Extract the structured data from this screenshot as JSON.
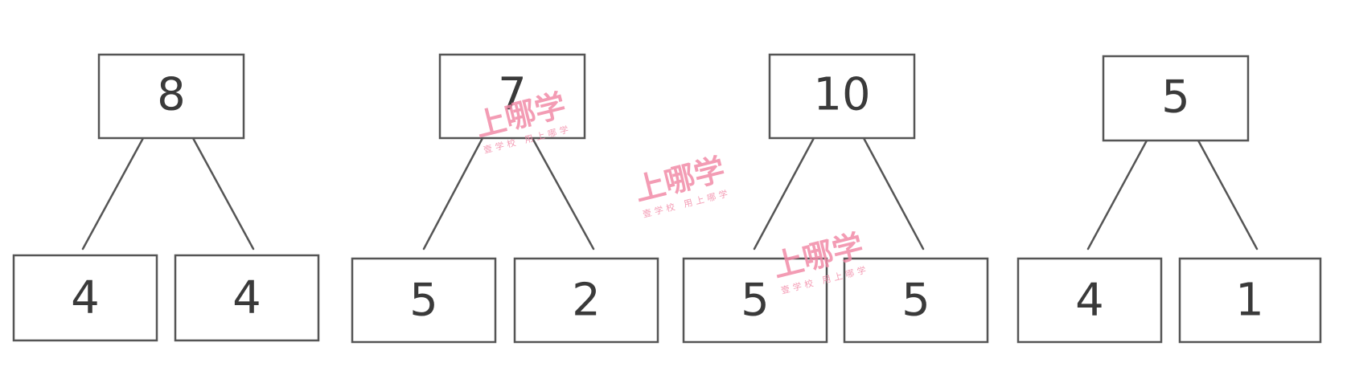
{
  "trees": [
    {
      "root": "8",
      "children": [
        "4",
        "4"
      ]
    },
    {
      "root": "7",
      "children": [
        "5",
        "2"
      ]
    },
    {
      "root": "10",
      "children": [
        "5",
        "5"
      ]
    },
    {
      "root": "5",
      "children": [
        "4",
        "1"
      ]
    }
  ],
  "watermark": {
    "main": "上哪学",
    "sub": "壹学校 用上哪学"
  },
  "colors": {
    "stroke": "#555555",
    "text": "#3a3a3a",
    "watermark": "#f28ba8"
  }
}
